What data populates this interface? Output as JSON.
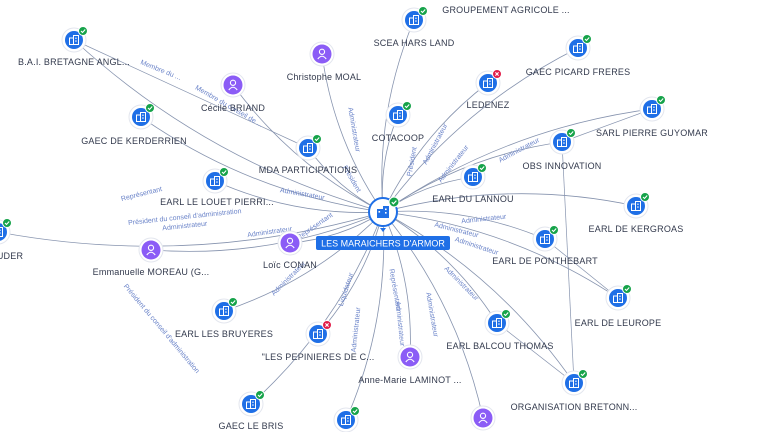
{
  "colors": {
    "company": "#1f6fe6",
    "person": "#8b5cf6",
    "active": "#16a34a",
    "inactive": "#e11d48",
    "edge": "#8693ae",
    "edge_label": "#6b84c9",
    "center": "#1f6fe6"
  },
  "center": {
    "label": "LES MARAICHERS D'ARMOR",
    "icon": "building-icon",
    "status": "active"
  },
  "nodes": [
    {
      "id": "bai",
      "kind": "company",
      "status": "active",
      "label": "B.A.I. BRETAGNE ANGL..."
    },
    {
      "id": "groupement",
      "kind": "company",
      "status": "active",
      "label": "GROUPEMENT AGRICOLE ..."
    },
    {
      "id": "scea",
      "kind": "company",
      "status": "active",
      "label": "SCEA HARS LAND"
    },
    {
      "id": "gaecpicard",
      "kind": "company",
      "status": "active",
      "label": "GAEC PICARD FRERES"
    },
    {
      "id": "christophe",
      "kind": "person",
      "label": "Christophe MOAL"
    },
    {
      "id": "cecile",
      "kind": "person",
      "label": "Cécile BRIAND"
    },
    {
      "id": "ledenez",
      "kind": "company",
      "status": "inactive",
      "label": "LEDENEZ"
    },
    {
      "id": "gaeckerderrien",
      "kind": "company",
      "status": "active",
      "label": "GAEC DE KERDERRIEN"
    },
    {
      "id": "cotacoop",
      "kind": "company",
      "status": "active",
      "label": "COTACOOP"
    },
    {
      "id": "sarlpierre",
      "kind": "company",
      "status": "active",
      "label": "SARL PIERRE GUYOMAR"
    },
    {
      "id": "mda",
      "kind": "company",
      "status": "active",
      "label": "MDA PARTICIPATIONS"
    },
    {
      "id": "obs",
      "kind": "company",
      "status": "active",
      "label": "OBS INNOVATION"
    },
    {
      "id": "earllouet",
      "kind": "company",
      "status": "active",
      "label": "EARL LE LOUET PIERRI..."
    },
    {
      "id": "earllannou",
      "kind": "company",
      "status": "active",
      "label": "EARL DU LANNOU"
    },
    {
      "id": "earlkergroas",
      "kind": "company",
      "status": "active",
      "label": "EARL DE KERGROAS"
    },
    {
      "id": "uder",
      "kind": "company",
      "status": "active",
      "label": "UDER"
    },
    {
      "id": "emmanuelle",
      "kind": "person",
      "label": "Emmanuelle MOREAU (G..."
    },
    {
      "id": "loic",
      "kind": "person",
      "label": "Loïc CONAN"
    },
    {
      "id": "earlponthebart",
      "kind": "company",
      "status": "active",
      "label": "EARL DE PONTHEBART"
    },
    {
      "id": "earleurope",
      "kind": "company",
      "status": "active",
      "label": "EARL DE LEUROPE"
    },
    {
      "id": "earlbruyeres",
      "kind": "company",
      "status": "active",
      "label": "EARL LES BRUYERES"
    },
    {
      "id": "pepinieres",
      "kind": "company",
      "status": "inactive",
      "label": "\"LES PEPINIERES DE C..."
    },
    {
      "id": "earlbalcou",
      "kind": "company",
      "status": "active",
      "label": "EARL BALCOU THOMAS"
    },
    {
      "id": "annemarie",
      "kind": "person",
      "label": "Anne-Marie LAMINOT ..."
    },
    {
      "id": "organisation",
      "kind": "company",
      "status": "active",
      "label": "ORGANISATION BRETONN..."
    },
    {
      "id": "gaeclebris",
      "kind": "company",
      "status": "active",
      "label": "GAEC LE BRIS"
    },
    {
      "id": "bottom1",
      "kind": "company",
      "status": "active",
      "label": ""
    },
    {
      "id": "bottom2",
      "kind": "person",
      "label": ""
    }
  ],
  "edge_labels": [
    {
      "id": "bai",
      "text": "Membre du ..."
    },
    {
      "id": "cecile",
      "text": "Membre du conseil de ..."
    },
    {
      "id": "christophe",
      "text": "Administrateur"
    },
    {
      "id": "scea",
      "text": "Président"
    },
    {
      "id": "mda",
      "text": "Président"
    },
    {
      "id": "ledenez",
      "text": "Administrateur"
    },
    {
      "id": "gaecpicard",
      "text": "Administrateur"
    },
    {
      "id": "obs",
      "text": "Administrateur"
    },
    {
      "id": "gaeckerderrien",
      "text": "Représentant"
    },
    {
      "id": "earllouet",
      "text": "Administrateur"
    },
    {
      "id": "uder",
      "text": "Président du conseil d'administration"
    },
    {
      "id": "uder_b",
      "text": "Administrateur"
    },
    {
      "id": "emmanuelle",
      "text": "Administrateur"
    },
    {
      "id": "loic",
      "text": "Représentant"
    },
    {
      "id": "earlkergroas",
      "text": "Administrateur"
    },
    {
      "id": "earlponthebart",
      "text": "Administrateur"
    },
    {
      "id": "earleurope",
      "text": "Administrateur"
    },
    {
      "id": "earlbalcou",
      "text": "Administrateur"
    },
    {
      "id": "annemarie",
      "text": "Représentant"
    },
    {
      "id": "organisation",
      "text": "Administrateur"
    },
    {
      "id": "pepinieres",
      "text": "Liquidateur"
    },
    {
      "id": "earlbruyeres",
      "text": "Administrateur"
    },
    {
      "id": "gaeclebris",
      "text": "Président du conseil d'administration"
    },
    {
      "id": "bottom1",
      "text": "Administrateur"
    },
    {
      "id": "annemarie_b",
      "text": "Administrateur"
    }
  ]
}
